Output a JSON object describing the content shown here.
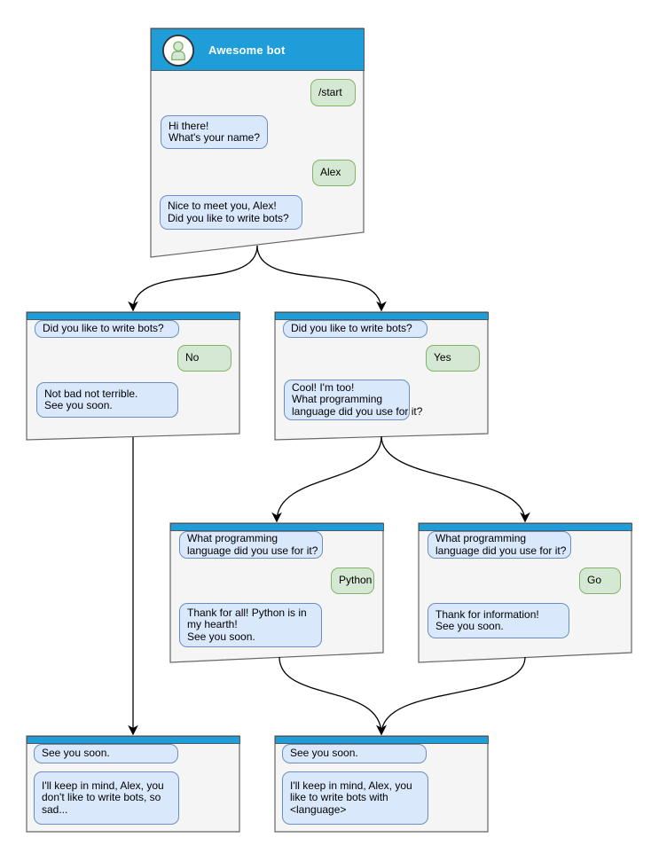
{
  "colors": {
    "header_blue": "#1e9dd8",
    "window_fill": "#f5f5f5",
    "window_border": "#666666",
    "bot_bubble_fill": "#dae8fc",
    "bot_bubble_border": "#6c8ebf",
    "user_bubble_fill": "#d5e8d4",
    "user_bubble_border": "#82b366",
    "connector": "#000000",
    "avatar_bg": "#ffffff",
    "avatar_ring": "#333333"
  },
  "windows": {
    "main": {
      "title": "Awesome bot",
      "bubbles": [
        {
          "from": "user",
          "text": "/start"
        },
        {
          "from": "bot",
          "text": "Hi there!\nWhat's your name?"
        },
        {
          "from": "user",
          "text": "Alex"
        },
        {
          "from": "bot",
          "text": "Nice to meet you, Alex!\nDid you like to write bots?"
        }
      ]
    },
    "no_branch": {
      "bubbles": [
        {
          "from": "bot",
          "text": "Did you like to write bots?"
        },
        {
          "from": "user",
          "text": "No"
        },
        {
          "from": "bot",
          "text": "Not bad not terrible.\nSee you soon."
        }
      ]
    },
    "yes_branch": {
      "bubbles": [
        {
          "from": "bot",
          "text": "Did you like to write bots?"
        },
        {
          "from": "user",
          "text": "Yes"
        },
        {
          "from": "bot",
          "text": "Cool! I'm too!\nWhat programming\nlanguage did you use for it?"
        }
      ]
    },
    "python_branch": {
      "bubbles": [
        {
          "from": "bot",
          "text": "What programming\nlanguage did you use for it?"
        },
        {
          "from": "user",
          "text": "Python"
        },
        {
          "from": "bot",
          "text": "Thank for all! Python is in\nmy hearth!\nSee you soon."
        }
      ]
    },
    "go_branch": {
      "bubbles": [
        {
          "from": "bot",
          "text": "What programming\nlanguage did you use for it?"
        },
        {
          "from": "user",
          "text": "Go"
        },
        {
          "from": "bot",
          "text": "Thank for information!\nSee you soon."
        }
      ]
    },
    "end_no": {
      "bubbles": [
        {
          "from": "bot",
          "text": "See you soon."
        },
        {
          "from": "bot",
          "text": "I'll keep in mind, Alex, you\ndon't like to write bots, so\nsad..."
        }
      ]
    },
    "end_yes": {
      "bubbles": [
        {
          "from": "bot",
          "text": "See you soon."
        },
        {
          "from": "bot",
          "text": "I'll keep in mind, Alex, you\nlike to write bots with\n<language>"
        }
      ]
    }
  },
  "edges": [
    {
      "from": "main",
      "to": "no_branch"
    },
    {
      "from": "main",
      "to": "yes_branch"
    },
    {
      "from": "yes_branch",
      "to": "python_branch"
    },
    {
      "from": "yes_branch",
      "to": "go_branch"
    },
    {
      "from": "no_branch",
      "to": "end_no"
    },
    {
      "from": "python_branch",
      "to": "end_yes"
    },
    {
      "from": "go_branch",
      "to": "end_yes"
    }
  ]
}
